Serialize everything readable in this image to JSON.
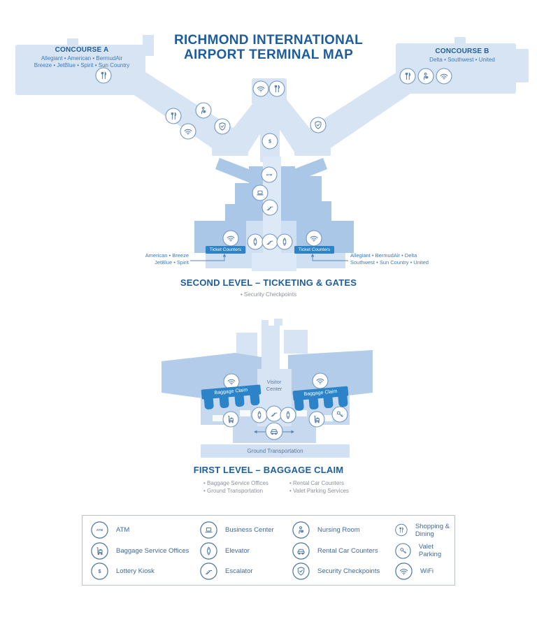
{
  "page": {
    "title_line1": "RICHMOND INTERNATIONAL",
    "title_line2": "AIRPORT TERMINAL MAP"
  },
  "concourse_a": {
    "name": "CONCOURSE A",
    "airlines_line1": "Allegiant • American • BermudAir",
    "airlines_line2": "Breeze • JetBlue • Spirit • Sun Country"
  },
  "concourse_b": {
    "name": "CONCOURSE B",
    "airlines_line1": "Delta • Southwest • United"
  },
  "second_level": {
    "heading": "SECOND LEVEL – TICKETING & GATES",
    "note": "• Security Checkpoints",
    "ticket_counter_left": {
      "label": "Ticket Counters",
      "airlines_line1": "American • Breeze",
      "airlines_line2": "JetBlue • Spirit"
    },
    "ticket_counter_right": {
      "label": "Ticket Counters",
      "airlines_line1": "Allegiant • BermudAir • Delta",
      "airlines_line2": "Southwest • Sun Country • United"
    }
  },
  "first_level": {
    "heading": "FIRST LEVEL – BAGGAGE CLAIM",
    "notes_col1_line1": "• Baggage Service Offices",
    "notes_col1_line2": "• Ground Transportation",
    "notes_col2_line1": "• Rental Car Counters",
    "notes_col2_line2": "• Valet Parking Services",
    "baggage_claim_left": "Baggage Claim",
    "baggage_claim_right": "Baggage Claim",
    "visitor_center_line1": "Visitor",
    "visitor_center_line2": "Center",
    "ground_transportation": "Ground Transportation"
  },
  "legend": {
    "items": [
      {
        "icon": "atm-icon",
        "label": "ATM"
      },
      {
        "icon": "baggage-cart-icon",
        "label": "Baggage Service Offices"
      },
      {
        "icon": "lottery-dollar-icon",
        "label": "Lottery Kiosk"
      },
      {
        "icon": "business-center-icon",
        "label": "Business Center"
      },
      {
        "icon": "elevator-icon",
        "label": "Elevator"
      },
      {
        "icon": "escalator-icon",
        "label": "Escalator"
      },
      {
        "icon": "nursing-room-icon",
        "label": "Nursing Room"
      },
      {
        "icon": "rental-car-icon",
        "label": "Rental Car Counters"
      },
      {
        "icon": "security-shield-icon",
        "label": "Security Checkpoints"
      },
      {
        "icon": "shopping-dining-icon",
        "label": "Shopping & Dining"
      },
      {
        "icon": "valet-key-icon",
        "label": "Valet Parking"
      },
      {
        "icon": "wifi-icon",
        "label": "WiFi"
      }
    ]
  },
  "icons": {
    "atm": "ATM",
    "dollar": "$",
    "wifi": "WiFi",
    "dining": "Shopping & Dining",
    "nursing": "Nursing Room",
    "shield": "Security Checkpoints",
    "laptop": "Business Center",
    "escalator": "Escalator",
    "elevator": "Elevator",
    "baggage": "Baggage Service Offices",
    "car": "Rental Car Counters",
    "valet": "Valet Parking"
  },
  "colors": {
    "accent": "#2d83c7",
    "heading_blue": "#1d5d9d",
    "airline_blue": "#3e7ab8",
    "map_light": "#d7e4f4",
    "map_medium": "#aac7e8",
    "icon_stroke": "#4a74a8"
  }
}
